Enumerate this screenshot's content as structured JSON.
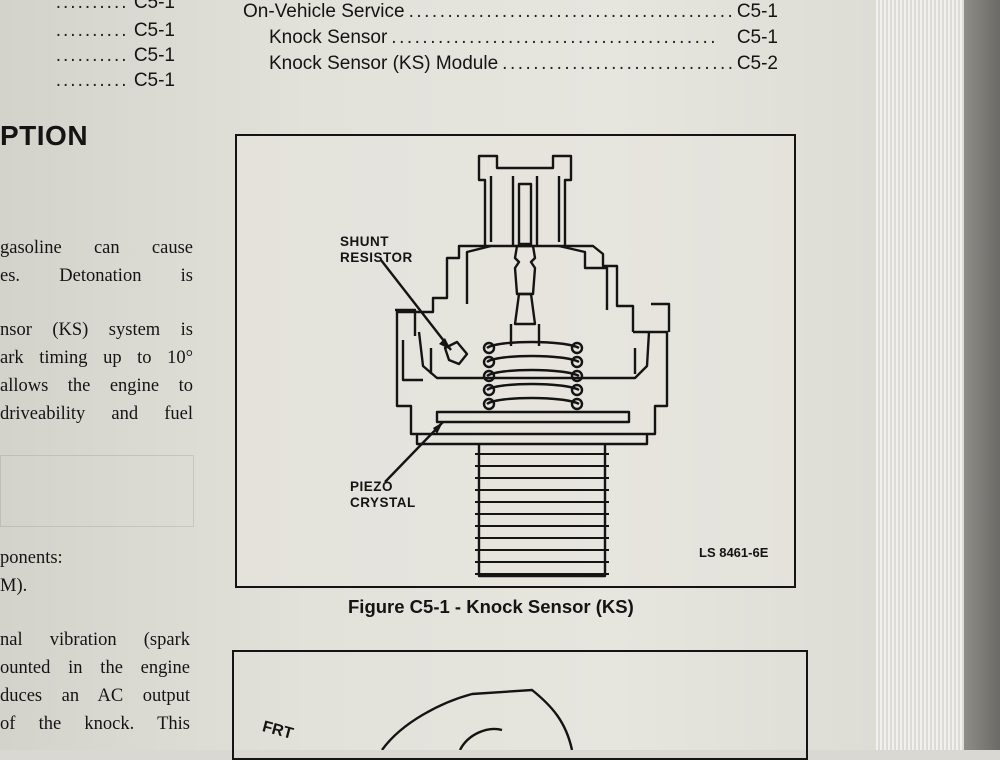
{
  "toc_left": [
    {
      "dots": "..........",
      "page": "C5-1"
    },
    {
      "dots": "..........",
      "page": "C5-1"
    },
    {
      "dots": "..........",
      "page": "C5-1"
    },
    {
      "dots": "..........",
      "page": "C5-1"
    }
  ],
  "section_heading": "PTION",
  "body_left": [
    "gasoline can cause",
    "es. Detonation is",
    "nsor (KS) system is",
    "ark timing up to 10°",
    "allows the engine to",
    "driveability and fuel",
    "ponents:",
    "M).",
    "nal vibration (spark",
    "ounted in the engine",
    "duces an AC output",
    "of the knock. This"
  ],
  "toc_right": [
    {
      "title": "On-Vehicle Service",
      "page": "C5-1"
    },
    {
      "title": "Knock Sensor",
      "page": "C5-1"
    },
    {
      "title": "Knock Sensor (KS) Module",
      "page": "C5-2"
    }
  ],
  "figure": {
    "label_shunt": "SHUNT\nRESISTOR",
    "label_piezo": "PIEZO\nCRYSTAL",
    "code": "LS 8461-6E",
    "caption": "Figure C5-1 - Knock Sensor (KS)"
  },
  "frame2_label": "FRT"
}
